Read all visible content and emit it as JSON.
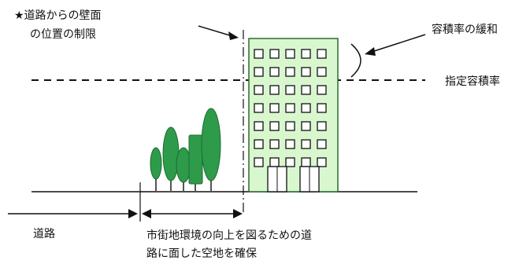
{
  "labels": {
    "wall_limit_line1": "★道路からの壁面",
    "wall_limit_line2": "の位置の制限",
    "far_relaxation": "容積率の緩和",
    "designated_far": "指定容積率",
    "road": "道路",
    "open_space_line1": "市街地環境の向上を図るための道",
    "open_space_line2": "路に面した空地を確保"
  },
  "building": {
    "window_rows": 7,
    "window_cols": 5,
    "doors": 2
  },
  "colors": {
    "building_fill": "#d9f7cf",
    "building_stroke": "#2b6b2b",
    "tree_fill": "#2e9b4a",
    "tree_trunk": "#555555",
    "line": "#111111"
  }
}
